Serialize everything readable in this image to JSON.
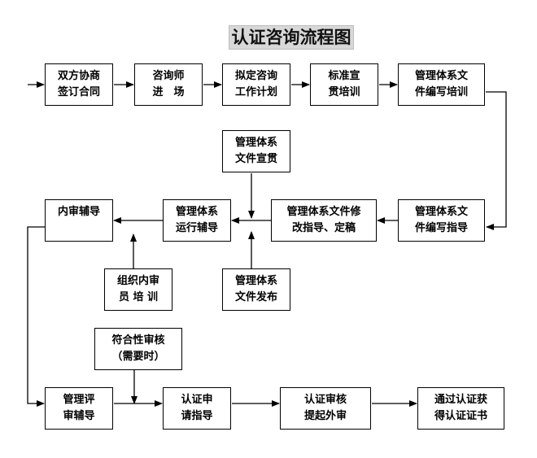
{
  "title": "认证咨询流程图",
  "nodes": {
    "negotiate": {
      "l1": "双方协商",
      "l2": "签订合同"
    },
    "consultant_entry": {
      "l1": "咨询师",
      "l2": "进　场"
    },
    "work_plan": {
      "l1": "拟定咨询",
      "l2": "工作计划"
    },
    "standard_training": {
      "l1": "标准宣",
      "l2": "贯培训"
    },
    "doc_writing_training": {
      "l1": "管理体系文",
      "l2": "件编写培训"
    },
    "doc_writing_guidance": {
      "l1": "管理体系文",
      "l2": "件编写指导"
    },
    "doc_revise_finalize": {
      "l1": "管理体系文件修",
      "l2": "改指导、定稿"
    },
    "doc_publicize": {
      "l1": "管理体系",
      "l2": "文件宣贯"
    },
    "doc_release": {
      "l1": "管理体系",
      "l2": "文件发布"
    },
    "operation_guidance": {
      "l1": "管理体系",
      "l2": "运行辅导"
    },
    "internal_audit_guidance": {
      "l1": "内审辅导"
    },
    "internal_auditor_training": {
      "l1": "组织内审",
      "l2": "员 培 训"
    },
    "management_review_guidance": {
      "l1": "管理评",
      "l2": "审辅导"
    },
    "conformity_review": {
      "l1": "符合性审核",
      "l2": "（需要时）"
    },
    "application_guidance": {
      "l1": "认证申",
      "l2": "请指导"
    },
    "audit_external": {
      "l1": "认证审核",
      "l2": "提起外审"
    },
    "pass_certificate": {
      "l1": "通过认证获",
      "l2": "得认证证书"
    }
  }
}
